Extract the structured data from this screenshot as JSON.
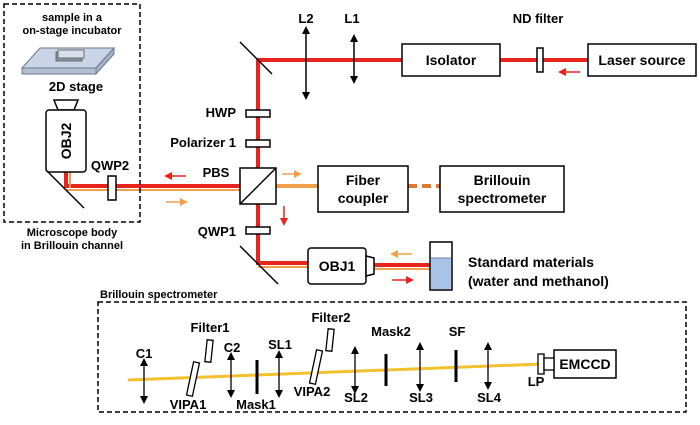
{
  "labels": {
    "sample_line1": "sample in a",
    "sample_line2": "on-stage incubator",
    "stage": "2D stage",
    "obj2": "OBJ2",
    "qwp2": "QWP2",
    "microscope_line1": "Microscope body",
    "microscope_line2": "in Brillouin channel",
    "l2": "L2",
    "l1": "L1",
    "nd_filter": "ND filter",
    "isolator": "Isolator",
    "laser_source": "Laser source",
    "hwp": "HWP",
    "polarizer1": "Polarizer 1",
    "pbs": "PBS",
    "fiber_line1": "Fiber",
    "fiber_line2": "coupler",
    "brillouin_line1": "Brillouin",
    "brillouin_line2": "spectrometer",
    "qwp1": "QWP1",
    "obj1": "OBJ1",
    "standard_line1": "Standard materials",
    "standard_line2": "(water and methanol)",
    "spectrometer_title": "Brillouin spectrometer",
    "c1": "C1",
    "filter1": "Filter1",
    "c2": "C2",
    "sl1": "SL1",
    "filter2": "Filter2",
    "mask2": "Mask2",
    "sf": "SF",
    "emccd": "EMCCD",
    "lp": "LP",
    "vipa1": "VIPA1",
    "mask1": "Mask1",
    "vipa2": "VIPA2",
    "sl2": "SL2",
    "sl3": "SL3",
    "sl4": "SL4"
  },
  "colors": {
    "laser_beam": "#e8241c",
    "scattered_beam": "#f0a04b",
    "spectrometer_beam": "#f2c12e",
    "fiber_dash": "#e07a2f",
    "sample_liquid": "#a9c3e6",
    "stage_face": "#c9d4e6"
  }
}
